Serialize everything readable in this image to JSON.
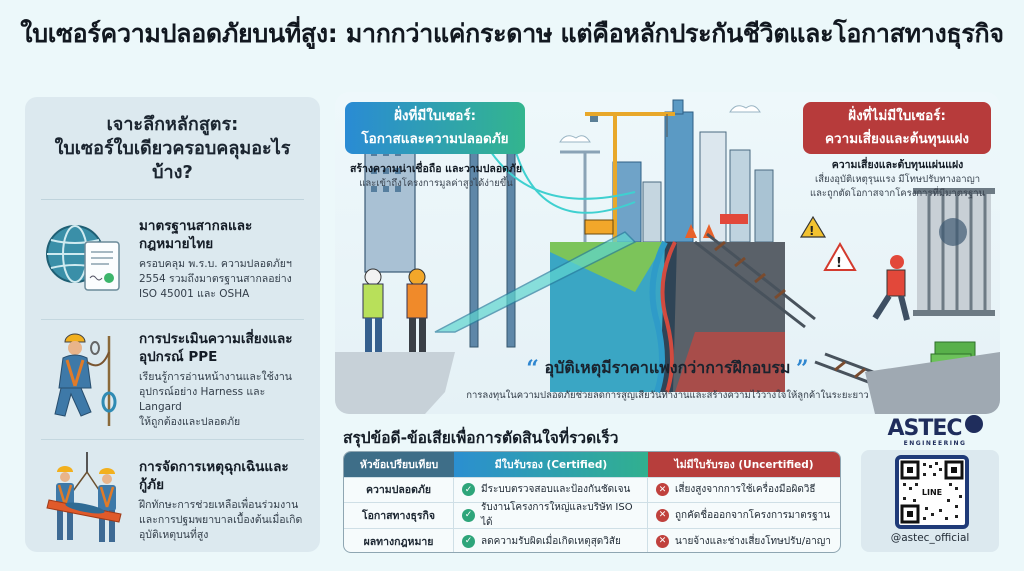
{
  "title": "ใบเซอร์ความปลอดภัยบนที่สูง: มากกว่าแค่กระดาษ แต่คือหลักประกันชีวิตและโอกาสทางธุรกิจ",
  "left_panel": {
    "title_line1": "เจาะลึกหลักสูตร:",
    "title_line2": "ใบเซอร์ใบเดียวครอบคลุมอะไรบ้าง?",
    "items": [
      {
        "icon": "globe-certificate-icon",
        "heading_line1": "มาตรฐานสากลและ",
        "heading_line2": "กฎหมายไทย",
        "desc_line1": "ครอบคลุม พ.ร.บ. ความปลอดภัยฯ",
        "desc_line2": "2554 รวมถึงมาตรฐานสากลอย่าง",
        "desc_line3": "ISO 45001 และ OSHA"
      },
      {
        "icon": "worker-harness-icon",
        "heading_line1": "การประเมินความเสี่ยงและ",
        "heading_line2": "อุปกรณ์ PPE",
        "desc_line1": "เรียนรู้การอ่านหน้างานและใช้งาน",
        "desc_line2": "อุปกรณ์อย่าง Harness และ Langard",
        "desc_line3": "ให้ถูกต้องและปลอดภัย"
      },
      {
        "icon": "rescue-stretcher-icon",
        "heading_line1": "การจัดการเหตุฉุกเฉินและกู้ภัย",
        "heading_line2": "",
        "desc_line1": "ฝึกทักษะการช่วยเหลือเพื่อนร่วมงาน",
        "desc_line2": "และการปฐมพยาบาลเบื้องต้นเมื่อเกิด",
        "desc_line3": "อุบัติเหตุบนที่สูง"
      }
    ]
  },
  "scene": {
    "certified": {
      "badge_line1": "ฝั่งที่มีใบเซอร์:",
      "badge_line2": "โอกาสและความปลอดภัย",
      "desc_strong": "สร้างความน่าเชื่อถือ และวามปลอดภัย",
      "desc_sub": "และเข้าถึงโครงการมูลค่าสูงได้ง่ายขึ้น",
      "color_start": "#2a8bd4",
      "color_end": "#33b58e"
    },
    "uncertified": {
      "badge_line1": "ฝั่งที่ไม่มีใบเซอร์:",
      "badge_line2": "ความเสี่ยงและต้นทุนแฝง",
      "desc_strong": "ความเสี่ยงและต้บทุนแผ่นแฝง",
      "desc_sub1": "เสี่ยงอุบัติเหตุรุนแรง มีโทษปรับทางอาญา",
      "desc_sub2": "และถูกตัดโอกาสจากโครงการที่มีมาตรฐาน",
      "color": "#b73b3b"
    },
    "quote": {
      "open_mark": "“",
      "text": "อุบัติเหตุมีราคาแพงกว่าการฝึกอบรม",
      "close_mark": "”",
      "sub": "การลงทุนในความปลอดภัยช่วยลดการสูญเสียวันทำงานและสร้างความไว้วางใจให้ลูกค้าในระยะยาว"
    }
  },
  "summary": {
    "title": "สรุปข้อดี-ข้อเสียเพื่อการตัดสินใจที่รวดเร็ว",
    "headers": [
      "หัวข้อเปรียบเทียบ",
      "มีใบรับรอง (Certified)",
      "ไม่มีใบรับรอง (Uncertified)"
    ],
    "rows": [
      {
        "topic": "ความปลอดภัย",
        "certified": "มีระบบตรวจสอบและป้องกันชัดเจน",
        "uncertified": "เสี่ยงสูงจากการใช้เครื่องมือผิดวิธี"
      },
      {
        "topic": "โอกาสทางธุรกิจ",
        "certified": "รับงานโครงการใหญ่และบริษัท ISO ได้",
        "uncertified": "ถูกคัดชื่อออกจากโครงการมาตรฐาน"
      },
      {
        "topic": "ผลทางกฎหมาย",
        "certified": "ลดความรับผิดเมื่อเกิดเหตุสุดวิสัย",
        "uncertified": "นายจ้างและช่างเสี่ยงโทษปรับ/อาญา"
      }
    ],
    "check_icon": "✓",
    "cross_icon": "✕"
  },
  "brand": {
    "name": "ASTEC",
    "registered": "®",
    "sub": "ENGINEERING",
    "qr_label": "LINE",
    "handle": "@astec_official"
  }
}
